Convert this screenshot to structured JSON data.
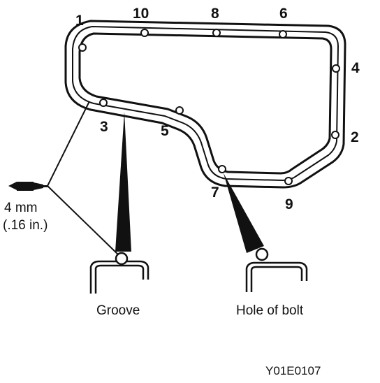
{
  "bolt_numbers": [
    "1",
    "10",
    "8",
    "6",
    "4",
    "2",
    "9",
    "7",
    "5",
    "3"
  ],
  "bead": {
    "size_metric": "4 mm",
    "size_imperial": "(.16 in.)"
  },
  "details": {
    "groove_label": "Groove",
    "hole_label": "Hole of bolt"
  },
  "figure_code": "Y01E0107",
  "colors": {
    "ink": "#111111",
    "background": "#ffffff"
  }
}
